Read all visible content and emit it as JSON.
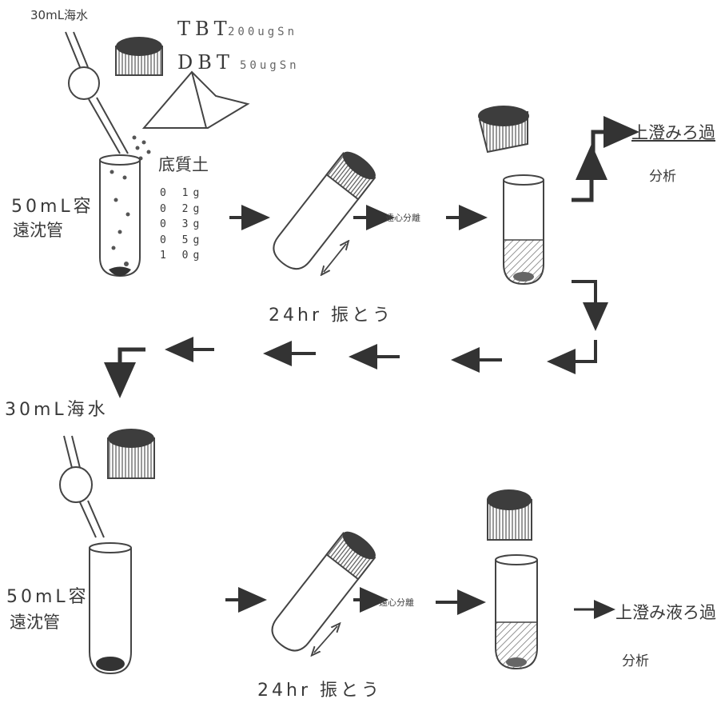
{
  "top": {
    "seawater": "30mL海水",
    "tbt_label": "TBT",
    "tbt_amount": "200ugSn",
    "dbt_label": "DBT",
    "dbt_amount": "50ugSn",
    "sediment": "底質土",
    "tube_line1": "50mL容",
    "tube_line2": "遠沈管",
    "amounts": [
      "0 1g",
      "0 2g",
      "0 3g",
      "0 5g",
      "1 0g"
    ],
    "shake": "24hr 振とう",
    "centrifuge": "遠心分離",
    "result_line1": "上澄みろ過",
    "result_line2": "分析"
  },
  "bottom": {
    "seawater": "30mL海水",
    "tube_line1": "50mL容",
    "tube_line2": "遠沈管",
    "shake": "24hr 振とう",
    "centrifuge": "遠心分離",
    "result_line1": "上澄み液ろ過",
    "result_line2": "分析"
  }
}
